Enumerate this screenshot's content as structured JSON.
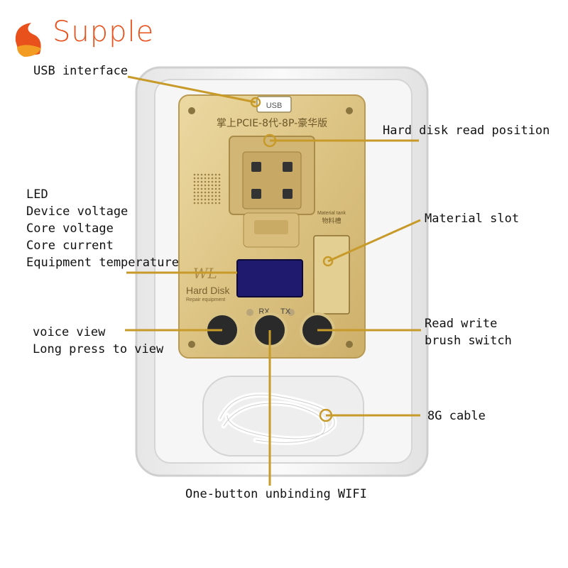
{
  "brand": {
    "name": "Supple",
    "color": "#e8501c"
  },
  "device": {
    "usb_label": "USB",
    "model_text": "掌上PCIE-8代-8P-豪华版",
    "logo_text": "WL",
    "product_text": "Hard Disk",
    "product_sub": "Repair equipment",
    "rx_label": "RX",
    "tx_label": "TX",
    "material_tank_label": "Material tank",
    "material_tank_cn": "物料槽"
  },
  "callouts": {
    "usb_interface": "USB interface",
    "hard_disk_read": "Hard disk read position",
    "led_lines": [
      "LED",
      "Device voltage",
      "Core voltage",
      "Core current",
      "Equipment temperature"
    ],
    "material_slot": "Material slot",
    "voice_lines": [
      "voice view",
      "Long press to view"
    ],
    "read_write_lines": [
      "Read write",
      "brush switch"
    ],
    "cable": "8G cable",
    "unbinding": "One-button unbinding WIFI"
  },
  "colors": {
    "gold_board": "#e0c98a",
    "gold_dark": "#b89a52",
    "leader": "#c79a2a",
    "screen": "#1f1a6e",
    "button": "#222222"
  }
}
